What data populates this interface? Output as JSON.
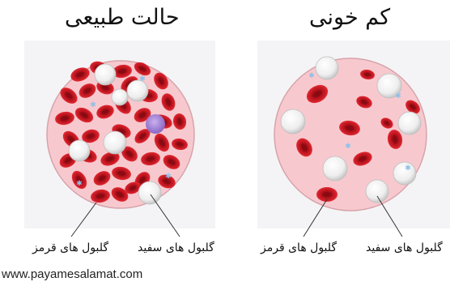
{
  "panels": [
    {
      "title": "حالت طبیعی",
      "labels": {
        "white": "گلبول های سفید",
        "red": "گلبول های قرمز"
      }
    },
    {
      "title": "کم خونی",
      "labels": {
        "white": "گلبول های سفید",
        "red": "گلبول های قرمز"
      }
    }
  ],
  "website": "www.payamesalamat.com",
  "colors": {
    "plasma": "#f7c9cf",
    "red_cell": "#c8131e",
    "red_cell_center": "#8f0d14",
    "white_cell": "#f2f2f2",
    "platelet": "#9ec9ea",
    "lymphocyte": "#a98ad6"
  }
}
